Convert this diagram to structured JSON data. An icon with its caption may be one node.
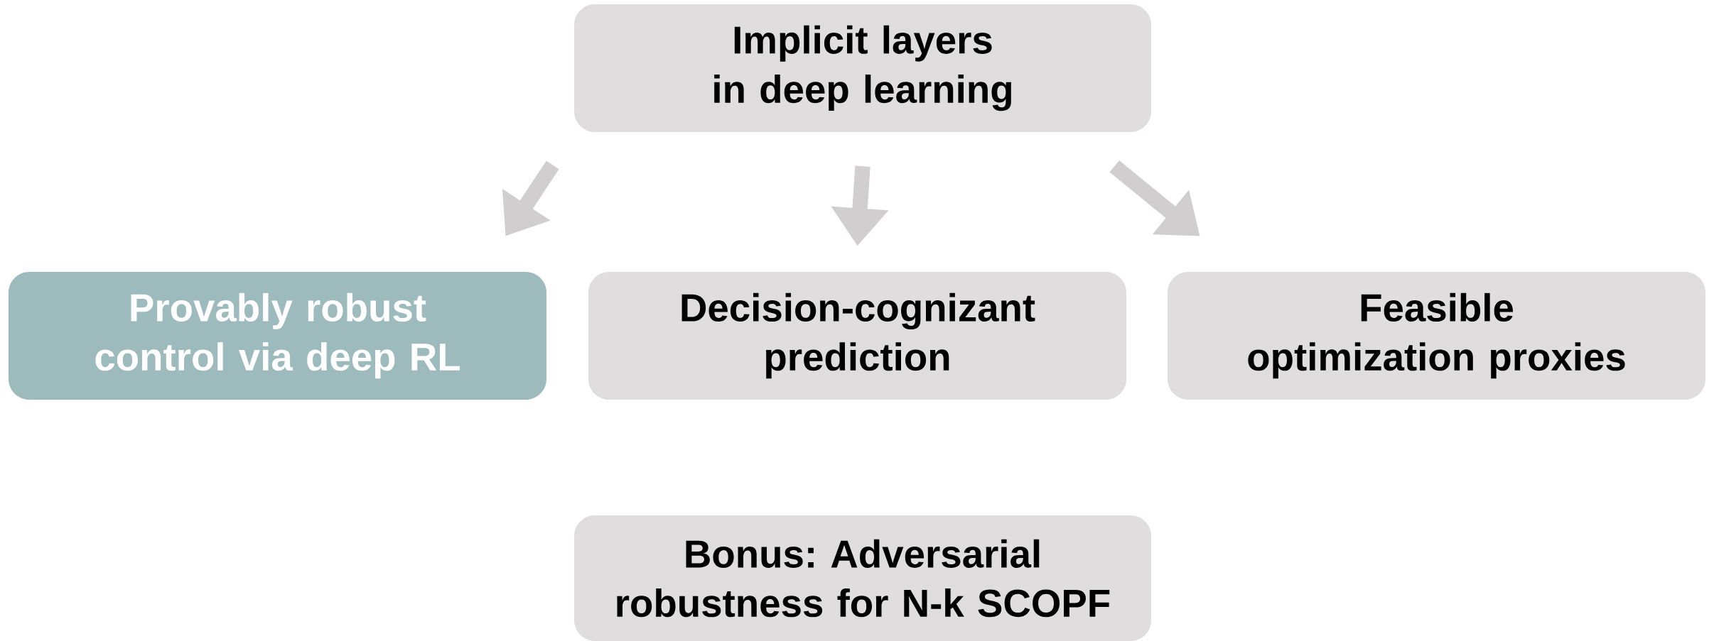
{
  "diagram": {
    "nodes": [
      {
        "text": [
          "Implicit layers in deep learning"
        ]
      },
      {
        "text": [
          "Provably robust control via deep RL"
        ]
      },
      {
        "text": [
          "Decision-cognizant prediction"
        ]
      },
      {
        "text": [
          "Feasible optimization proxies"
        ]
      },
      {
        "text": [
          "Bonus: Adversarial robustness for N-k SCOPF"
        ]
      }
    ],
    "edges": [
      {
        "from": 0,
        "to": 1,
        "arrow": "to"
      },
      {
        "from": 0,
        "to": 2,
        "arrow": "to"
      },
      {
        "from": 0,
        "to": 3,
        "arrow": "to"
      }
    ]
  }
}
